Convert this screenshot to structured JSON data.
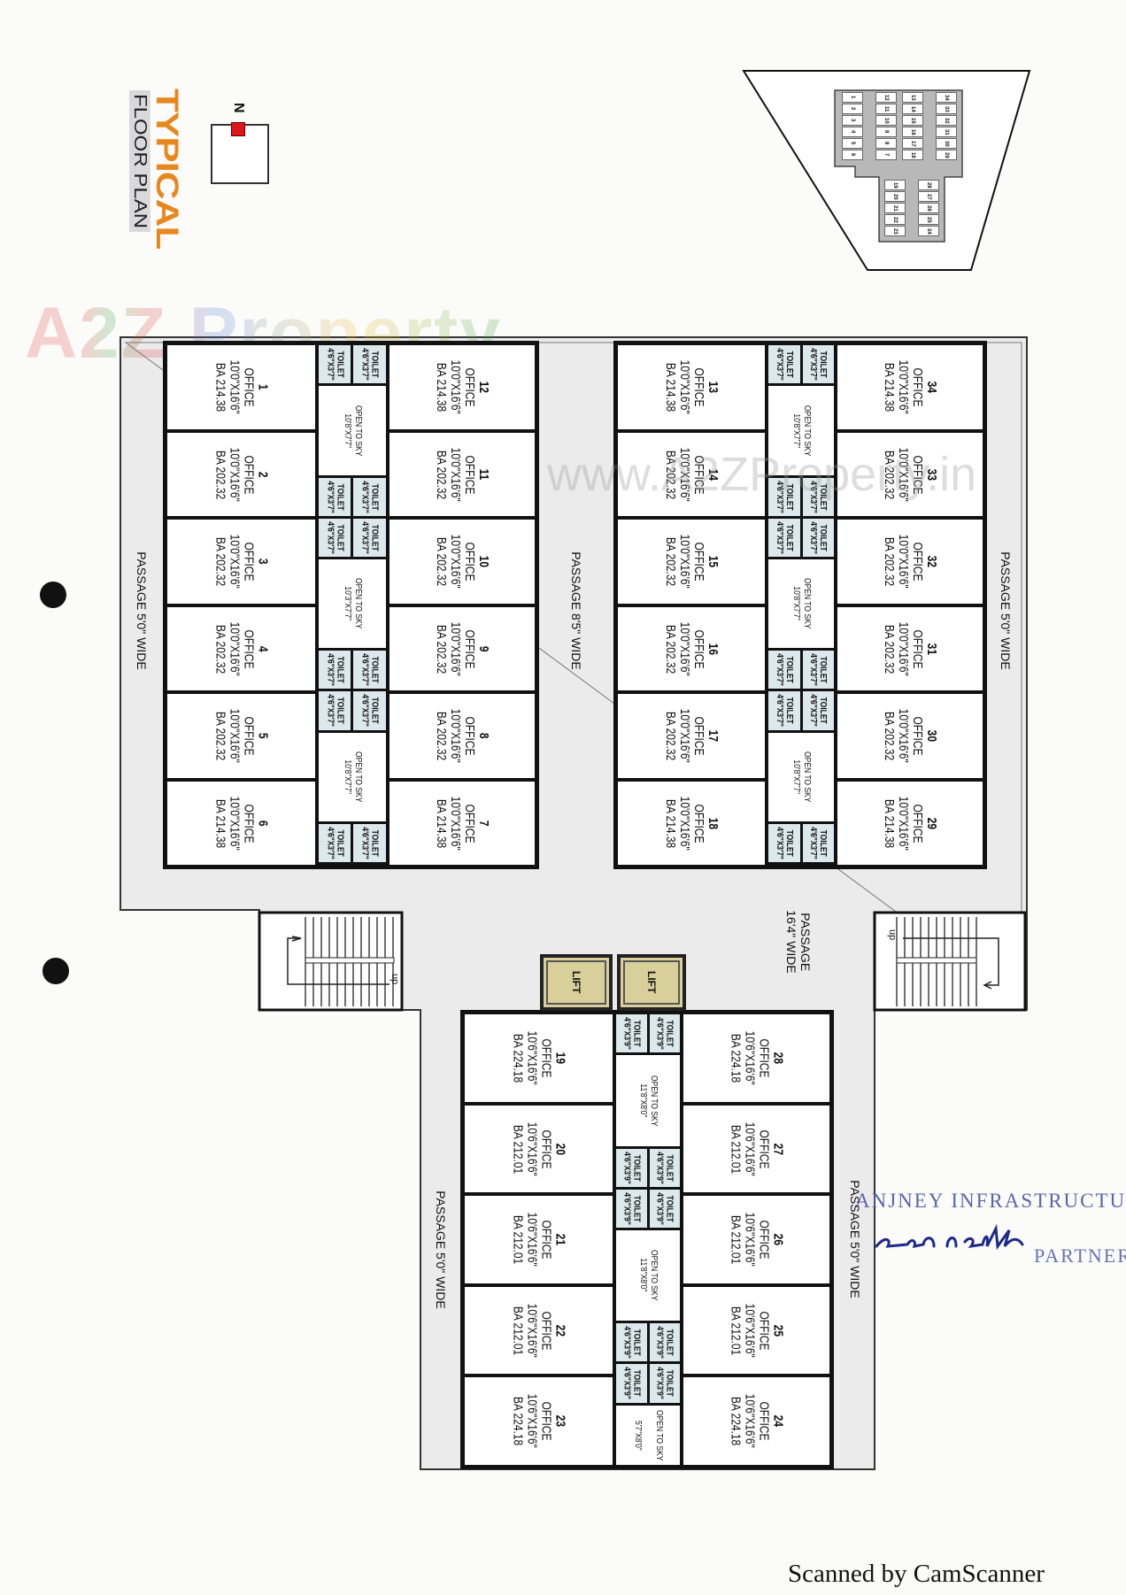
{
  "title": {
    "main": "TYPICAL",
    "sub": "FLOOR PLAN"
  },
  "north": {
    "label": "N"
  },
  "watermarks": {
    "brand": "A2Z Property",
    "url": "www.A2ZProperty.in"
  },
  "colors": {
    "title": "#e8871e",
    "north_marker": "#e0141b",
    "toilet_fill": "#dce8eb",
    "lift_fill": "#d8cf9a",
    "passage_fill": "#ecebeb",
    "stamp": "#5b66a6"
  },
  "passages": {
    "left": "PASSAGE 5'0\" WIDE",
    "middle": "PASSAGE 8'5\" WIDE",
    "right": "PASSAGE 5'0\" WIDE",
    "hall_line1": "PASSAGE",
    "hall_line2": "16'4\" WIDE",
    "lower_left": "PASSAGE 5'0\" WIDE",
    "lower_right": "PASSAGE 5'0\" WIDE"
  },
  "lifts": [
    "LIFT",
    "LIFT"
  ],
  "stairs": {
    "label": "up"
  },
  "plan": {
    "blocks": [
      {
        "id": "upper-left",
        "left_column": [
          {
            "number": "1",
            "type": "OFFICE",
            "size": "10'0\"X16'6\"",
            "area": "BA 214.38"
          },
          {
            "number": "2",
            "type": "OFFICE",
            "size": "10'0\"X16'6\"",
            "area": "BA 202.32"
          },
          {
            "number": "3",
            "type": "OFFICE",
            "size": "10'0\"X16'6\"",
            "area": "BA 202.32"
          },
          {
            "number": "4",
            "type": "OFFICE",
            "size": "10'0\"X16'6\"",
            "area": "BA 202.32"
          },
          {
            "number": "5",
            "type": "OFFICE",
            "size": "10'0\"X16'6\"",
            "area": "BA 202.32"
          },
          {
            "number": "6",
            "type": "OFFICE",
            "size": "10'0\"X16'6\"",
            "area": "BA 214.38"
          }
        ],
        "right_column": [
          {
            "number": "12",
            "type": "OFFICE",
            "size": "10'0\"X16'6\"",
            "area": "BA 214.38"
          },
          {
            "number": "11",
            "type": "OFFICE",
            "size": "10'0\"X16'6\"",
            "area": "BA 202.32"
          },
          {
            "number": "10",
            "type": "OFFICE",
            "size": "10'0\"X16'6\"",
            "area": "BA 202.32"
          },
          {
            "number": "9",
            "type": "OFFICE",
            "size": "10'0\"X16'6\"",
            "area": "BA 202.32"
          },
          {
            "number": "8",
            "type": "OFFICE",
            "size": "10'0\"X16'6\"",
            "area": "BA 202.32"
          },
          {
            "number": "7",
            "type": "OFFICE",
            "size": "10'0\"X16'6\"",
            "area": "BA 214.38"
          }
        ],
        "core": [
          {
            "kind": "toilets",
            "items": [
              {
                "label": "TOILET",
                "size": "4'6\"X3'7\""
              },
              {
                "label": "TOILET",
                "size": "4'6\"X3'7\""
              }
            ]
          },
          {
            "kind": "sky",
            "label": "OPEN TO SKY",
            "size": "10'8\"X7'7\""
          },
          {
            "kind": "toilets",
            "items": [
              {
                "label": "TOILET",
                "size": "4'6\"X3'7\""
              },
              {
                "label": "TOILET",
                "size": "4'6\"X3'7\""
              }
            ]
          },
          {
            "kind": "toilets",
            "items": [
              {
                "label": "TOILET",
                "size": "4'6\"X3'7\""
              },
              {
                "label": "TOILET",
                "size": "4'6\"X3'7\""
              }
            ]
          },
          {
            "kind": "sky",
            "label": "OPEN TO SKY",
            "size": "10'3\"X7'7\""
          },
          {
            "kind": "toilets",
            "items": [
              {
                "label": "TOILET",
                "size": "4'6\"X3'7\""
              },
              {
                "label": "TOILET",
                "size": "4'6\"X3'7\""
              }
            ]
          },
          {
            "kind": "toilets",
            "items": [
              {
                "label": "TOILET",
                "size": "4'6\"X3'7\""
              },
              {
                "label": "TOILET",
                "size": "4'6\"X3'7\""
              }
            ]
          },
          {
            "kind": "sky",
            "label": "OPEN TO SKY",
            "size": "10'8\"X7'7\""
          },
          {
            "kind": "toilets",
            "items": [
              {
                "label": "TOILET",
                "size": "4'6\"X3'7\""
              },
              {
                "label": "TOILET",
                "size": "4'6\"X3'7\""
              }
            ]
          }
        ]
      },
      {
        "id": "upper-right",
        "left_column": [
          {
            "number": "13",
            "type": "OFFICE",
            "size": "10'0\"X16'6\"",
            "area": "BA 214.38"
          },
          {
            "number": "14",
            "type": "OFFICE",
            "size": "10'0\"X16'6\"",
            "area": "BA 202.32"
          },
          {
            "number": "15",
            "type": "OFFICE",
            "size": "10'0\"X16'6\"",
            "area": "BA 202.32"
          },
          {
            "number": "16",
            "type": "OFFICE",
            "size": "10'0\"X16'6\"",
            "area": "BA 202.32"
          },
          {
            "number": "17",
            "type": "OFFICE",
            "size": "10'0\"X16'6\"",
            "area": "BA 202.32"
          },
          {
            "number": "18",
            "type": "OFFICE",
            "size": "10'0\"X16'6\"",
            "area": "BA 214.38"
          }
        ],
        "right_column": [
          {
            "number": "34",
            "type": "OFFICE",
            "size": "10'0\"X16'6\"",
            "area": "BA 214.38"
          },
          {
            "number": "33",
            "type": "OFFICE",
            "size": "10'0\"X16'6\"",
            "area": "BA 202.32"
          },
          {
            "number": "32",
            "type": "OFFICE",
            "size": "10'0\"X16'6\"",
            "area": "BA 202.32"
          },
          {
            "number": "31",
            "type": "OFFICE",
            "size": "10'0\"X16'6\"",
            "area": "BA 202.32"
          },
          {
            "number": "30",
            "type": "OFFICE",
            "size": "10'0\"X16'6\"",
            "area": "BA 202.32"
          },
          {
            "number": "29",
            "type": "OFFICE",
            "size": "10'0\"X16'6\"",
            "area": "BA 214.38"
          }
        ],
        "core": [
          {
            "kind": "toilets",
            "items": [
              {
                "label": "TOILET",
                "size": "4'6\"X3'7\""
              },
              {
                "label": "TOILET",
                "size": "4'6\"X3'7\""
              }
            ]
          },
          {
            "kind": "sky",
            "label": "OPEN TO SKY",
            "size": "10'8\"X7'7\""
          },
          {
            "kind": "toilets",
            "items": [
              {
                "label": "TOILET",
                "size": "4'6\"X3'7\""
              },
              {
                "label": "TOILET",
                "size": "4'6\"X3'7\""
              }
            ]
          },
          {
            "kind": "toilets",
            "items": [
              {
                "label": "TOILET",
                "size": "4'6\"X3'7\""
              },
              {
                "label": "TOILET",
                "size": "4'6\"X3'7\""
              }
            ]
          },
          {
            "kind": "sky",
            "label": "OPEN TO SKY",
            "size": "10'8\"X7'7\""
          },
          {
            "kind": "toilets",
            "items": [
              {
                "label": "TOILET",
                "size": "4'6\"X3'7\""
              },
              {
                "label": "TOILET",
                "size": "4'6\"X3'7\""
              }
            ]
          },
          {
            "kind": "toilets",
            "items": [
              {
                "label": "TOILET",
                "size": "4'6\"X3'7\""
              },
              {
                "label": "TOILET",
                "size": "4'6\"X3'7\""
              }
            ]
          },
          {
            "kind": "sky",
            "label": "OPEN TO SKY",
            "size": "10'8\"X7'7\""
          },
          {
            "kind": "toilets",
            "items": [
              {
                "label": "TOILET",
                "size": "4'6\"X3'7\""
              },
              {
                "label": "TOILET",
                "size": "4'6\"X3'7\""
              }
            ]
          }
        ]
      },
      {
        "id": "lower",
        "left_column": [
          {
            "number": "19",
            "type": "OFFICE",
            "size": "10'6\"X16'6\"",
            "area": "BA 224.18"
          },
          {
            "number": "20",
            "type": "OFFICE",
            "size": "10'6\"X16'6\"",
            "area": "BA 212.01"
          },
          {
            "number": "21",
            "type": "OFFICE",
            "size": "10'6\"X16'6\"",
            "area": "BA 212.01"
          },
          {
            "number": "22",
            "type": "OFFICE",
            "size": "10'6\"X16'6\"",
            "area": "BA 212.01"
          },
          {
            "number": "23",
            "type": "OFFICE",
            "size": "10'6\"X16'6\"",
            "area": "BA 224.18"
          }
        ],
        "right_column": [
          {
            "number": "28",
            "type": "OFFICE",
            "size": "10'6\"X16'6\"",
            "area": "BA 224.18"
          },
          {
            "number": "27",
            "type": "OFFICE",
            "size": "10'6\"X16'6\"",
            "area": "BA 212.01"
          },
          {
            "number": "26",
            "type": "OFFICE",
            "size": "10'6\"X16'6\"",
            "area": "BA 212.01"
          },
          {
            "number": "25",
            "type": "OFFICE",
            "size": "10'6\"X16'6\"",
            "area": "BA 212.01"
          },
          {
            "number": "24",
            "type": "OFFICE",
            "size": "10'6\"X16'6\"",
            "area": "BA 224.18"
          }
        ],
        "core": [
          {
            "kind": "toilets",
            "items": [
              {
                "label": "TOILET",
                "size": "4'6\"X3'9\""
              },
              {
                "label": "TOILET",
                "size": "4'6\"X3'9\""
              }
            ]
          },
          {
            "kind": "sky",
            "label": "OPEN TO SKY",
            "size": "11'8\"X8'0\""
          },
          {
            "kind": "toilets",
            "items": [
              {
                "label": "TOILET",
                "size": "4'6\"X3'9\""
              },
              {
                "label": "TOILET",
                "size": "4'6\"X3'9\""
              }
            ]
          },
          {
            "kind": "toilets",
            "items": [
              {
                "label": "TOILET",
                "size": "4'6\"X3'9\""
              },
              {
                "label": "TOILET",
                "size": "4'6\"X3'9\""
              }
            ]
          },
          {
            "kind": "sky",
            "label": "OPEN TO SKY",
            "size": "11'8\"X8'0\""
          },
          {
            "kind": "toilets",
            "items": [
              {
                "label": "TOILET",
                "size": "4'6\"X3'9\""
              },
              {
                "label": "TOILET",
                "size": "4'6\"X3'9\""
              }
            ]
          },
          {
            "kind": "toilets",
            "items": [
              {
                "label": "TOILET",
                "size": "4'6\"X3'9\""
              },
              {
                "label": "TOILET",
                "size": "4'6\"X3'9\""
              }
            ]
          },
          {
            "kind": "sky",
            "label": "OPEN TO SKY",
            "size": "5'7\"X8'0\"",
            "small": true
          }
        ]
      }
    ]
  },
  "stamp": {
    "company": "ANJNEY INFRASTRUCTURE",
    "role": "PARTNER"
  },
  "footer": {
    "scanner": "Scanned by CamScanner"
  }
}
